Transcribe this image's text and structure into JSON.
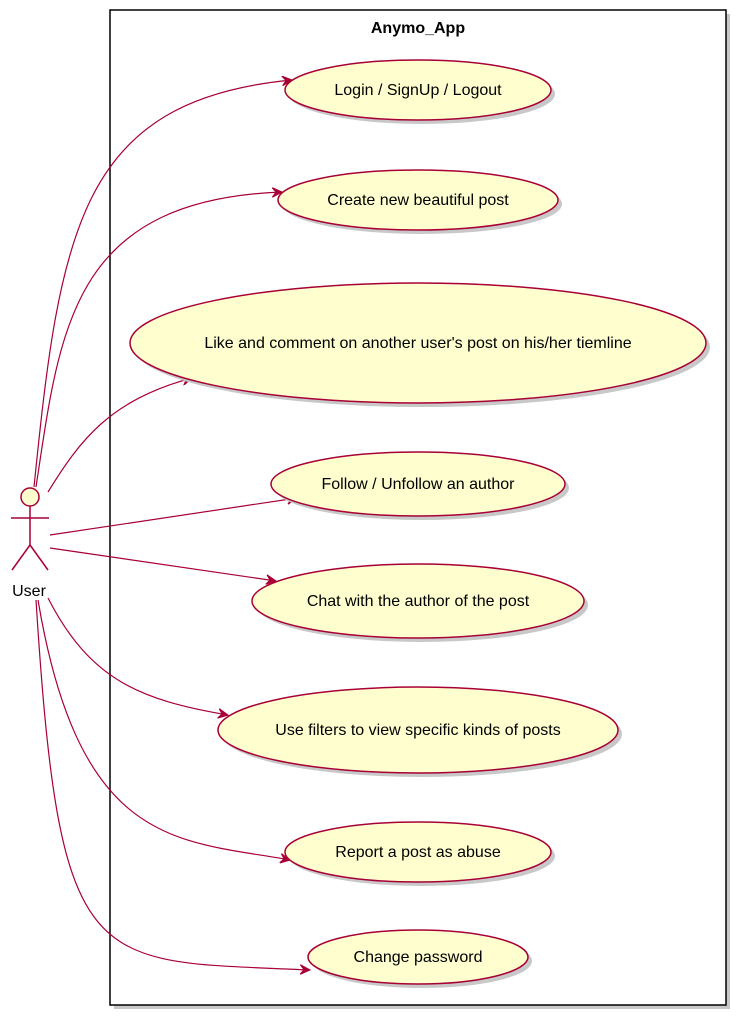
{
  "diagram": {
    "system_title": "Anymo_App",
    "actor": {
      "label": "User"
    },
    "use_cases": [
      {
        "label": "Login / SignUp / Logout"
      },
      {
        "label": "Create new beautiful post"
      },
      {
        "label": "Like and comment on another user's post on his/her tiemline"
      },
      {
        "label": "Follow / Unfollow an author"
      },
      {
        "label": "Chat with the author of the post"
      },
      {
        "label": "Use filters to view specific kinds of posts"
      },
      {
        "label": "Report a post as abuse"
      },
      {
        "label": "Change password"
      }
    ],
    "colors": {
      "ellipse_fill": "#FEFECE",
      "stroke": "#A80036",
      "border": "#000000",
      "shadow": "#C8C8C8"
    }
  }
}
